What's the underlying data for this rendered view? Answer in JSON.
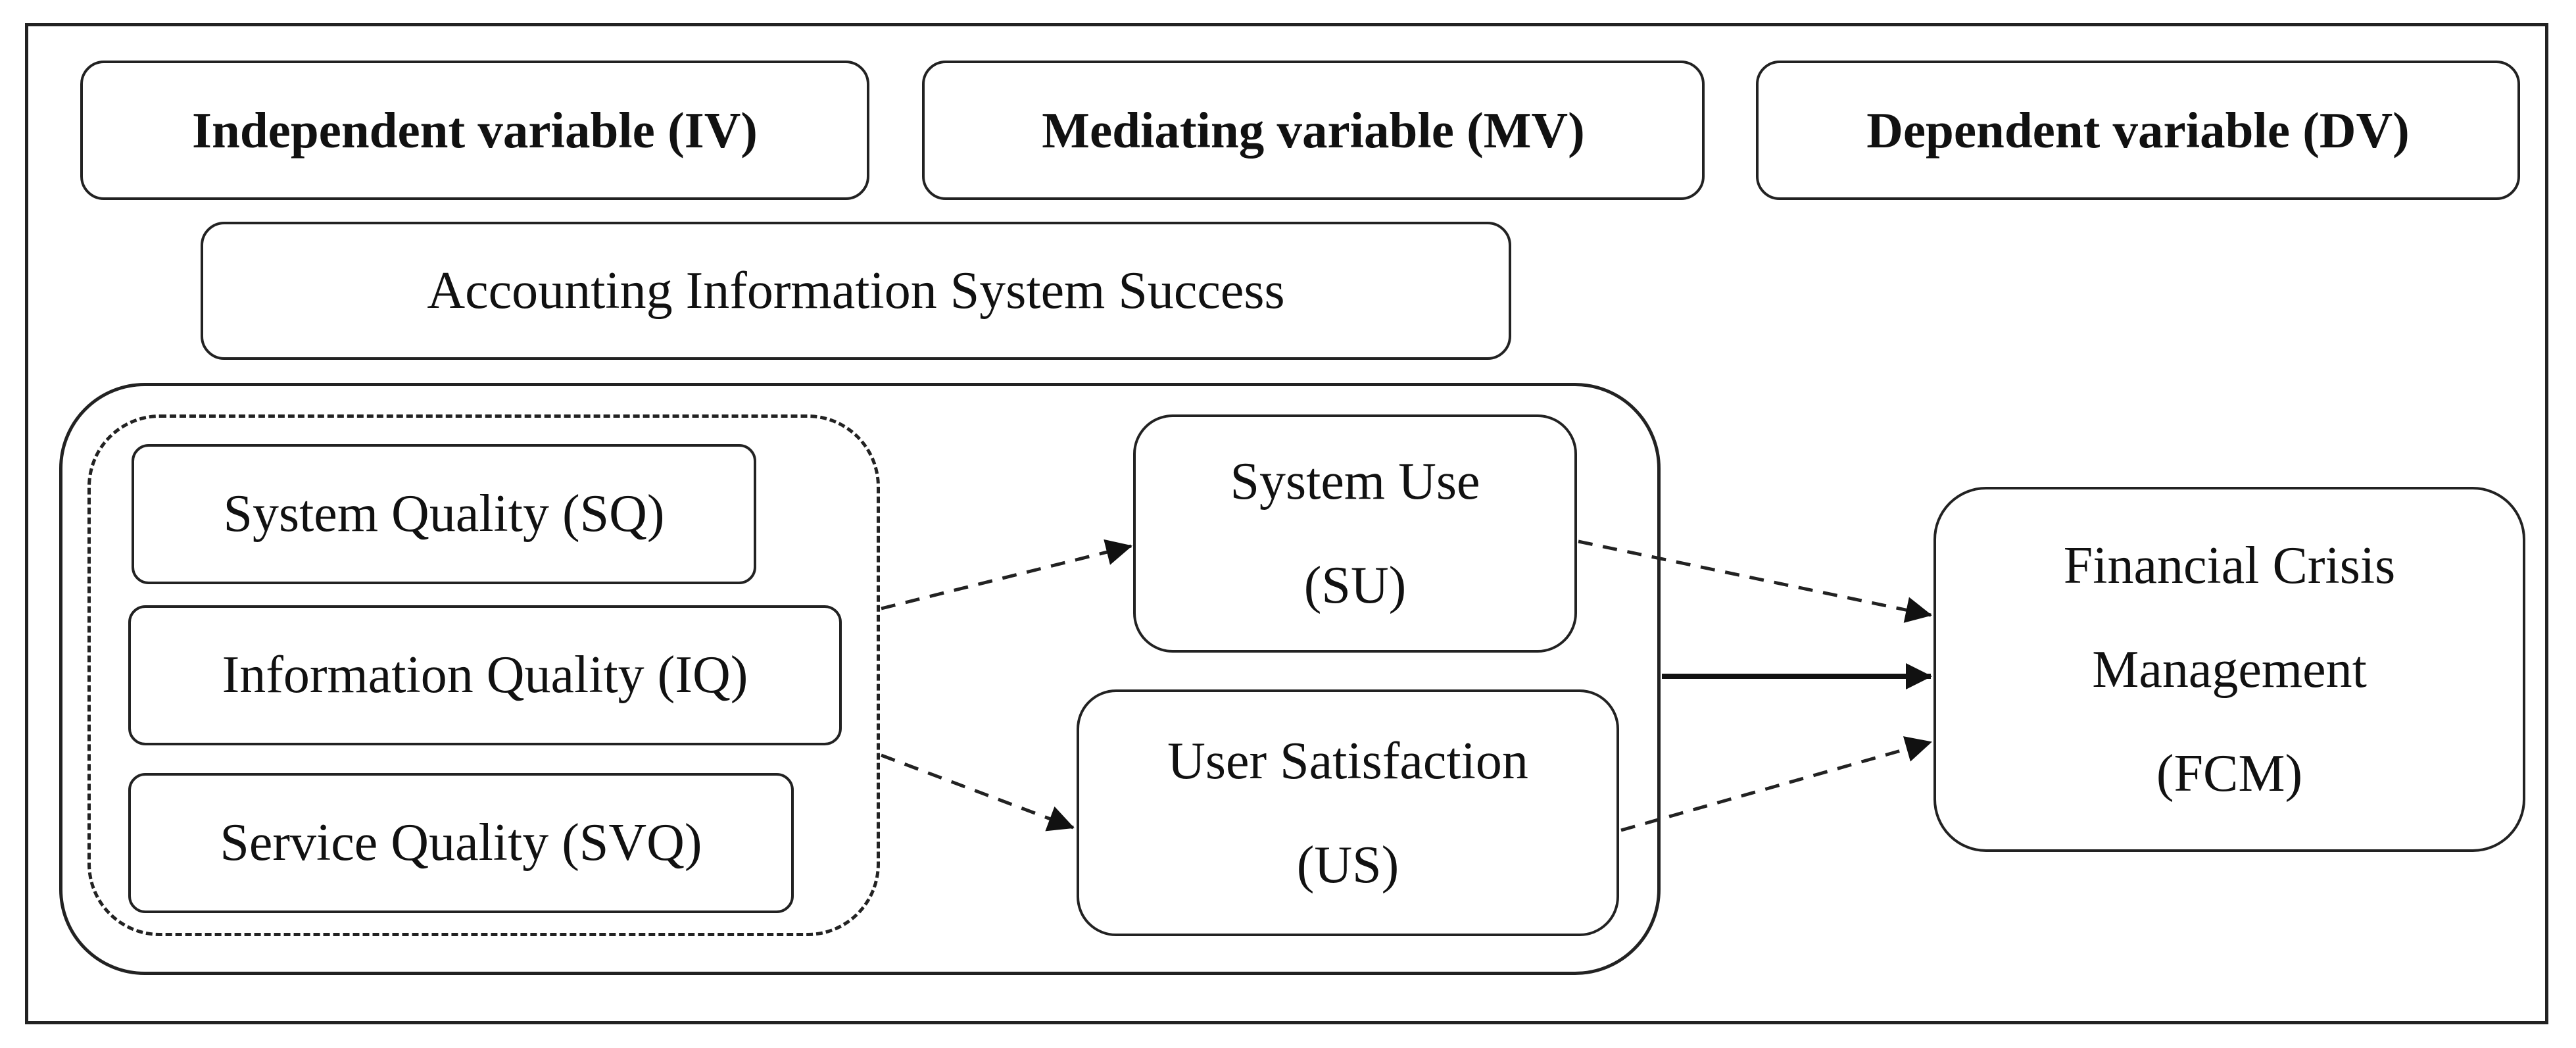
{
  "headers": {
    "iv": "Independent variable (IV)",
    "mv": "Mediating variable (MV)",
    "dv": "Dependent variable (DV)"
  },
  "ais_title": "Accounting Information System Success",
  "iv_items": {
    "sq": "System Quality (SQ)",
    "iq": "Information Quality (IQ)",
    "svq": "Service Quality (SVQ)"
  },
  "mediators": {
    "su": {
      "line1": "System Use",
      "line2": "(SU)"
    },
    "us": {
      "line1": "User Satisfaction",
      "line2": "(US)"
    }
  },
  "outcome": {
    "line1": "Financial Crisis",
    "line2": "Management",
    "line3": "(FCM)"
  }
}
